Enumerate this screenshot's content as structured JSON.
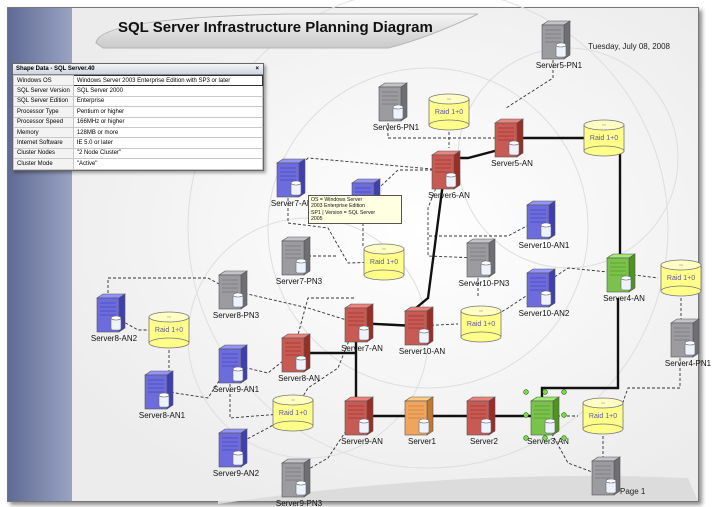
{
  "title": "SQL Server Infrastructure Planning Diagram",
  "date": "Tuesday, July 08, 2008",
  "page_label": "Page 1",
  "shape_data": {
    "title": "Shape Data - SQL Server.40",
    "close_label": "×",
    "rows": [
      {
        "label": "Windows OS",
        "value": "Windows Server 2003 Enterprise Edition with SP3 or later"
      },
      {
        "label": "SQL Server Version",
        "value": "SQL Server 2000"
      },
      {
        "label": "SQL Server Edition",
        "value": "Enterprise"
      },
      {
        "label": "Processor Type",
        "value": "Pentium or higher"
      },
      {
        "label": "Processor Speed",
        "value": "166MHz or higher"
      },
      {
        "label": "Memory",
        "value": "128MB or more"
      },
      {
        "label": "Internet Software",
        "value": "IE 5.0 or later"
      },
      {
        "label": "Cluster Nodes",
        "value": "\"2 Node Cluster\""
      },
      {
        "label": "Cluster Mode",
        "value": "\"Active\""
      }
    ]
  },
  "tooltip": {
    "line1": "OS = Windows Server",
    "line2": "2003 Enterprise Edition",
    "line3": "SP1 | Version = SQL Server",
    "line4": "2005"
  },
  "colors": {
    "red": "#c75b54",
    "blue": "#6c6cdc",
    "gray": "#9c9ca0",
    "green": "#7ac24b",
    "orange": "#f0a55e",
    "disk": "#ffff8a",
    "sidebar": "#7b87ad"
  },
  "servers": [
    {
      "id": "Server5-PN1",
      "label": "Server5-PN1",
      "color": "gray"
    },
    {
      "id": "Server6-PN1",
      "label": "Server6-PN1",
      "color": "gray"
    },
    {
      "id": "Server5-AN",
      "label": "Server5-AN",
      "color": "red"
    },
    {
      "id": "Server6-AN",
      "label": "Server6-AN",
      "color": "red"
    },
    {
      "id": "Server7-AN2",
      "label": "Server7-AN2",
      "color": "blue"
    },
    {
      "id": "Server7-AN1",
      "label": "",
      "color": "blue"
    },
    {
      "id": "Server7-PN3",
      "label": "Server7-PN3",
      "color": "gray"
    },
    {
      "id": "Server10-AN1",
      "label": "Server10-AN1",
      "color": "blue"
    },
    {
      "id": "Server10-PN3",
      "label": "Server10-PN3",
      "color": "gray"
    },
    {
      "id": "Server10-AN2",
      "label": "Server10-AN2",
      "color": "blue"
    },
    {
      "id": "Server4-AN",
      "label": "Server4-AN",
      "color": "green"
    },
    {
      "id": "Server4-PN1",
      "label": "Server4-PN1",
      "color": "gray"
    },
    {
      "id": "Server8-AN2",
      "label": "Server8-AN2",
      "color": "blue"
    },
    {
      "id": "Server8-PN3",
      "label": "Server8-PN3",
      "color": "gray"
    },
    {
      "id": "Server7-AN",
      "label": "Server7-AN",
      "color": "red"
    },
    {
      "id": "Server10-AN",
      "label": "Server10-AN",
      "color": "red"
    },
    {
      "id": "Server8-AN",
      "label": "Server8-AN",
      "color": "red"
    },
    {
      "id": "Server8-AN1",
      "label": "Server8-AN1",
      "color": "blue"
    },
    {
      "id": "Server9-AN1",
      "label": "Server9-AN1",
      "color": "blue"
    },
    {
      "id": "Server9-AN",
      "label": "Server9-AN",
      "color": "red"
    },
    {
      "id": "Server1",
      "label": "Server1",
      "color": "orange"
    },
    {
      "id": "Server2",
      "label": "Server2",
      "color": "red"
    },
    {
      "id": "Server3-AN",
      "label": "Server3-AN",
      "color": "green"
    },
    {
      "id": "Server9-AN2",
      "label": "Server9-AN2",
      "color": "blue"
    },
    {
      "id": "Server9-PN3",
      "label": "Server9-PN3",
      "color": "gray"
    },
    {
      "id": "Server3-PN1",
      "label": "",
      "color": "gray"
    }
  ],
  "raid_label": "Raid 1+0",
  "raid_arrays": [
    "Raid-A",
    "Raid-B",
    "Raid-C",
    "Raid-D",
    "Raid-E",
    "Raid-F",
    "Raid-G",
    "Raid-H",
    "Raid-I",
    "Raid-J"
  ]
}
